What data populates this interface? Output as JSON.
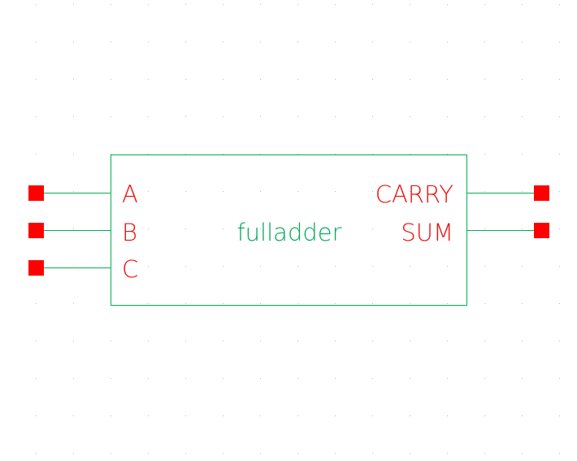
{
  "colors": {
    "background": "#ffffff",
    "grid_dot": "#b8b8b8",
    "symbol_outline": "#00b050",
    "wire": "#00b050",
    "pin_label": "#ee1111",
    "pin_square": "#ff0000",
    "cell_name": "#00aa55"
  },
  "symbol": {
    "name": "fulladder",
    "inputs": [
      {
        "label": "A"
      },
      {
        "label": "B"
      },
      {
        "label": "C"
      }
    ],
    "outputs": [
      {
        "label": "CARRY"
      },
      {
        "label": "SUM"
      }
    ]
  }
}
